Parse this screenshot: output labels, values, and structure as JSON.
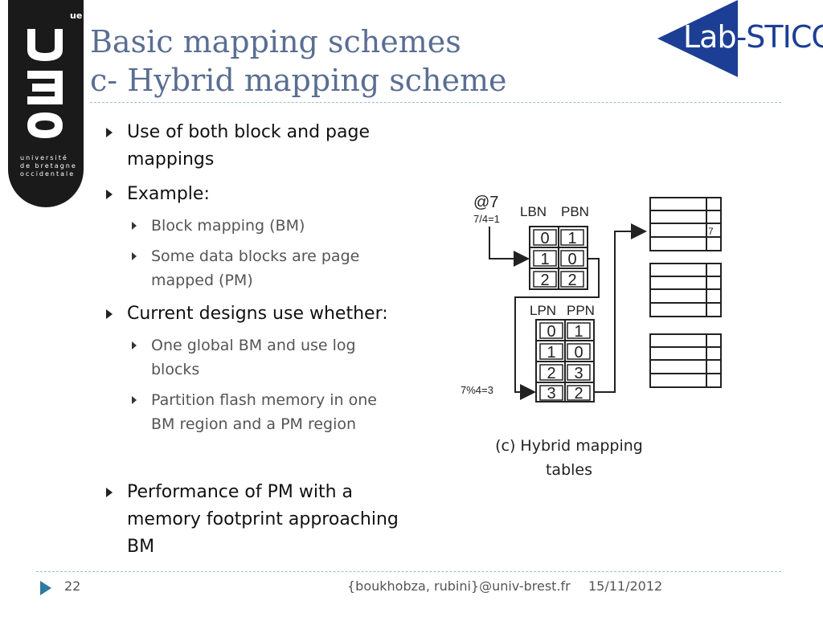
{
  "slide": {
    "title_line1": "Basic mapping schemes",
    "title_line2": "c- Hybrid mapping scheme"
  },
  "logo_ubo": {
    "superscript": "ue",
    "line1": "université",
    "line2": "de bretagne",
    "line3": "occidentale"
  },
  "logo_lab": {
    "part1": "Lab",
    "part2": "-STICC"
  },
  "bullets": [
    {
      "line1": "Use of both block and page",
      "line2": "mappings"
    },
    {
      "line1": "Example:"
    },
    {
      "line1": "Current designs use whether:"
    },
    {
      "line1": "Performance of PM with a",
      "line2": "memory footprint approaching",
      "line3": "BM"
    }
  ],
  "subbullets": [
    {
      "line1": "Block mapping (BM)"
    },
    {
      "line1": "Some data blocks are page",
      "line2": "mapped (PM)"
    },
    {
      "line1": "One global BM and use log",
      "line2": "blocks"
    },
    {
      "line1": "Partition flash memory in one",
      "line2": "BM region and a PM region"
    }
  ],
  "diagram": {
    "request": "@7",
    "division": "7/4=1",
    "modulo": "7%4=3",
    "block_table": {
      "headers": [
        "LBN",
        "PBN"
      ],
      "rows": [
        [
          "0",
          "1"
        ],
        [
          "1",
          "0"
        ],
        [
          "2",
          "2"
        ]
      ]
    },
    "page_table": {
      "headers": [
        "LPN",
        "PPN"
      ],
      "rows": [
        [
          "0",
          "1"
        ],
        [
          "1",
          "0"
        ],
        [
          "2",
          "3"
        ],
        [
          "3",
          "2"
        ]
      ]
    },
    "cell_value": "7",
    "caption_line1": "(c) Hybrid mapping",
    "caption_line2": "tables"
  },
  "footer": {
    "page_number": "22",
    "authors": "{boukhobza, rubini}@univ-brest.fr",
    "date": "15/11/2012"
  }
}
